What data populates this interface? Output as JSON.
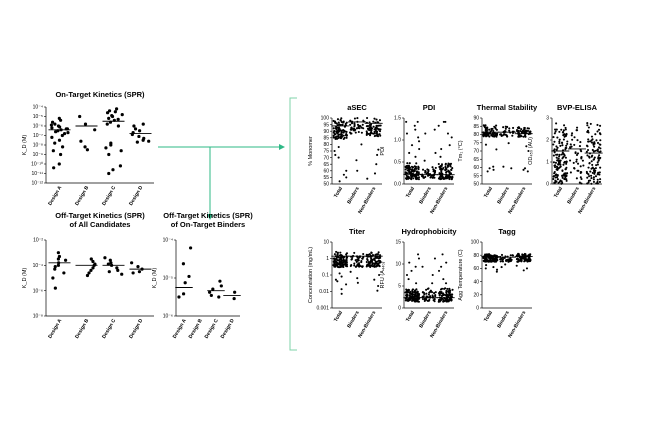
{
  "figure": {
    "colors": {
      "arrow": "#2eb886",
      "bracket": "#7fd3a8",
      "dots": "#000000"
    }
  },
  "chart_data": [
    {
      "id": "ontarget",
      "type": "scatter",
      "title": "On-Target Kinetics (SPR)",
      "ylabel": "K_D (M)",
      "yscale": "log",
      "ylim": [
        -12,
        -4
      ],
      "yticks": [
        "10⁻⁴",
        "10⁻⁵",
        "10⁻⁶",
        "10⁻⁷",
        "10⁻⁸",
        "10⁻⁹",
        "10⁻¹⁰",
        "10⁻¹¹",
        "10⁻¹²"
      ],
      "categories": [
        "Design A",
        "Design B",
        "Design C",
        "Design D"
      ],
      "series": [
        {
          "values": [
            -5.2,
            -5.4,
            -5.6,
            -5.8,
            -6.0,
            -6.1,
            -6.2,
            -6.3,
            -6.4,
            -6.5,
            -6.6,
            -6.8,
            -7.0,
            -7.2,
            -7.5,
            -7.8,
            -8.2,
            -8.6,
            -9.0,
            -10.0,
            -10.4,
            -5.9,
            -6.3,
            -6.7
          ],
          "median": -6.4
        },
        {
          "values": [
            -5.0,
            -5.8,
            -6.4,
            -7.6,
            -8.2,
            -8.5
          ],
          "median": -6.0
        },
        {
          "values": [
            -4.2,
            -4.4,
            -4.6,
            -4.8,
            -5.0,
            -5.2,
            -5.4,
            -5.6,
            -5.8,
            -6.0,
            -7.8,
            -8.0,
            -8.3,
            -8.6,
            -9.0,
            -10.2,
            -10.6,
            -11.0,
            -4.5,
            -4.9,
            -5.3
          ],
          "median": -5.5
        },
        {
          "values": [
            -5.8,
            -6.0,
            -6.3,
            -6.5,
            -6.7,
            -6.9,
            -7.1,
            -7.3,
            -7.5,
            -7.6,
            -7.7
          ],
          "median": -6.8
        }
      ]
    },
    {
      "id": "offall",
      "type": "scatter",
      "title": "Off-Target Kinetics (SPR)",
      "subtitle": "of All Candidates",
      "ylabel": "K_D (M)",
      "yscale": "log",
      "ylim": [
        -8,
        -2
      ],
      "yticks": [
        "10⁻²",
        "10⁻⁴",
        "10⁻⁶",
        "10⁻⁸"
      ],
      "categories": [
        "Design A",
        "Design B",
        "Design C",
        "Design D"
      ],
      "series": [
        {
          "values": [
            -3.0,
            -3.3,
            -3.5,
            -3.6,
            -3.8,
            -4.0,
            -4.1,
            -4.3,
            -4.6,
            -5.0,
            -5.8
          ],
          "median": -3.8
        },
        {
          "values": [
            -3.5,
            -3.7,
            -3.9,
            -4.0,
            -4.2,
            -4.4,
            -4.6,
            -4.8
          ],
          "median": -4.0
        },
        {
          "values": [
            -3.4,
            -3.6,
            -3.8,
            -3.9,
            -4.0,
            -4.2,
            -4.4,
            -4.5,
            -4.7
          ],
          "median": -4.0
        },
        {
          "values": [
            -3.8,
            -4.1,
            -4.3,
            -4.5,
            -4.6
          ],
          "median": -4.3
        }
      ]
    },
    {
      "id": "offbind",
      "type": "scatter",
      "title": "Off-Target Kinetics (SPR)",
      "subtitle": "of On-Target Binders",
      "ylabel": "K_D (M)",
      "yscale": "log",
      "ylim": [
        -6.2,
        -3.8
      ],
      "yticks": [
        "10⁻⁴",
        "10⁻⁵",
        "10⁻⁶"
      ],
      "categories": [
        "Design A",
        "Design B",
        "Design C",
        "Design D"
      ],
      "series": [
        {
          "values": [
            -4.05,
            -4.55,
            -4.95,
            -5.15,
            -5.5,
            -5.6
          ],
          "median": -5.3
        },
        {
          "values": [],
          "median": null
        },
        {
          "values": [
            -5.1,
            -5.25,
            -5.35,
            -5.45,
            -5.55,
            -5.6
          ],
          "median": -5.4
        },
        {
          "values": [
            -5.45,
            -5.65
          ],
          "median": -5.55
        }
      ]
    },
    {
      "id": "asec",
      "type": "scatter",
      "title": "aSEC",
      "ylabel": "% Monomer",
      "ylim": [
        50,
        100
      ],
      "yticks": [
        "100",
        "95",
        "90",
        "85",
        "80",
        "75",
        "70",
        "65",
        "60",
        "55",
        "50"
      ],
      "categories": [
        "Total",
        "Binders",
        "Non-Binders"
      ],
      "series": [
        {
          "n": 90,
          "hi": 100,
          "lo": 84,
          "tail": [
            78,
            75,
            72,
            70,
            60,
            57,
            55,
            52
          ],
          "median": 94
        },
        {
          "n": 40,
          "hi": 100,
          "lo": 88,
          "tail": [
            80,
            68,
            60
          ],
          "median": 97
        },
        {
          "n": 70,
          "hi": 100,
          "lo": 86,
          "tail": [
            76,
            72,
            65,
            58,
            54
          ],
          "median": 96
        }
      ]
    },
    {
      "id": "pdi",
      "type": "scatter",
      "title": "PDI",
      "ylabel": "PDI",
      "ylim": [
        0,
        1.7
      ],
      "yticks": [
        "1.5",
        "1.0",
        "0.5",
        "0.0"
      ],
      "categories": [
        "Total",
        "Binders",
        "Non-Binders"
      ],
      "series": [
        {
          "n": 110,
          "hi": 0.55,
          "lo": 0.12,
          "tail": [
            0.7,
            0.8,
            0.9,
            1.0,
            1.1,
            1.2,
            1.3,
            1.4,
            1.5,
            1.6,
            1.6
          ],
          "median": 0.25
        },
        {
          "n": 40,
          "hi": 0.45,
          "lo": 0.15,
          "tail": [
            0.6,
            0.8,
            1.3,
            1.4
          ],
          "median": 0.24
        },
        {
          "n": 90,
          "hi": 0.55,
          "lo": 0.12,
          "tail": [
            0.7,
            0.9,
            1.0,
            1.2,
            1.3,
            1.5,
            1.6,
            1.6
          ],
          "median": 0.24
        }
      ]
    },
    {
      "id": "thermal",
      "type": "scatter",
      "title": "Thermal Stability",
      "ylabel": "Tm₁ (°C)",
      "ylim": [
        50,
        92
      ],
      "yticks": [
        "90",
        "85",
        "80",
        "75",
        "70",
        "65",
        "60",
        "55",
        "50"
      ],
      "categories": [
        "Total",
        "Binders",
        "Non-Binders"
      ],
      "series": [
        {
          "n": 70,
          "hi": 88,
          "lo": 80,
          "tail": [
            75,
            72,
            61,
            60,
            59,
            58
          ],
          "median": 83
        },
        {
          "n": 30,
          "hi": 87,
          "lo": 80,
          "tail": [
            76,
            61,
            60
          ],
          "median": 83
        },
        {
          "n": 55,
          "hi": 88,
          "lo": 80,
          "tail": [
            74,
            71,
            60,
            59,
            58
          ],
          "median": 82
        }
      ]
    },
    {
      "id": "bvp",
      "type": "scatter",
      "title": "BVP-ELISA",
      "ylabel": "OD₄₅₀ (AU)",
      "ylim": [
        0,
        3.2
      ],
      "yticks": [
        "3",
        "2",
        "1",
        "0"
      ],
      "categories": [
        "Total",
        "Binders",
        "Non-Binders"
      ],
      "series": [
        {
          "n": 140,
          "hi": 3.0,
          "lo": 0.0,
          "tail": [],
          "median": 1.6
        },
        {
          "n": 45,
          "hi": 3.0,
          "lo": 0.0,
          "tail": [],
          "median": 1.7
        },
        {
          "n": 110,
          "hi": 3.0,
          "lo": 0.0,
          "tail": [],
          "median": 1.5
        }
      ]
    },
    {
      "id": "titer",
      "type": "scatter",
      "title": "Titer",
      "ylabel": "Concentration (mg/mL)",
      "ylim": [
        -3,
        1.2
      ],
      "yticks": [
        "10",
        "1",
        "0.1",
        "0.01",
        "0.001"
      ],
      "categories": [
        "Total",
        "Binders",
        "Non-Binders"
      ],
      "series": [
        {
          "n": 120,
          "hi": 0.6,
          "lo": -0.4,
          "tail": [
            -0.8,
            -1.0,
            -1.2,
            -1.3,
            -1.5,
            -1.8,
            -2.1
          ],
          "median": 0.3
        },
        {
          "n": 40,
          "hi": 0.6,
          "lo": -0.4,
          "tail": [
            -0.7,
            -1.1,
            -1.4
          ],
          "median": 0.3
        },
        {
          "n": 90,
          "hi": 0.6,
          "lo": -0.4,
          "tail": [
            -0.9,
            -1.2,
            -1.6,
            -1.9
          ],
          "median": 0.3
        }
      ]
    },
    {
      "id": "hydro",
      "type": "scatter",
      "title": "Hydrophobicity",
      "ylabel": "RFU (A₄₄₀)",
      "ylim": [
        0,
        16
      ],
      "yticks": [
        "15",
        "10",
        "5",
        "0"
      ],
      "categories": [
        "Total",
        "Binders",
        "Non-Binders"
      ],
      "series": [
        {
          "n": 120,
          "hi": 5,
          "lo": 1.5,
          "tail": [
            6,
            7,
            8,
            9,
            10,
            11,
            12,
            13
          ],
          "median": 2.5
        },
        {
          "n": 45,
          "hi": 5,
          "lo": 1.5,
          "tail": [
            6,
            8,
            10,
            12
          ],
          "median": 2.5
        },
        {
          "n": 90,
          "hi": 5,
          "lo": 1.5,
          "tail": [
            6,
            7,
            9,
            10,
            11,
            13
          ],
          "median": 2.5
        }
      ]
    },
    {
      "id": "tagg",
      "type": "scatter",
      "title": "Tagg",
      "ylabel": "Agg Temperature (C)",
      "ylim": [
        0,
        100
      ],
      "yticks": [
        "100",
        "80",
        "60",
        "40",
        "20",
        "0"
      ],
      "categories": [
        "Total",
        "Binders",
        "Non-Binders"
      ],
      "series": [
        {
          "n": 110,
          "hi": 83,
          "lo": 70,
          "tail": [
            65,
            62,
            60,
            58,
            55
          ],
          "median": 78
        },
        {
          "n": 35,
          "hi": 82,
          "lo": 70,
          "tail": [
            66,
            62
          ],
          "median": 77
        },
        {
          "n": 85,
          "hi": 83,
          "lo": 70,
          "tail": [
            64,
            60,
            57
          ],
          "median": 78
        }
      ]
    }
  ]
}
